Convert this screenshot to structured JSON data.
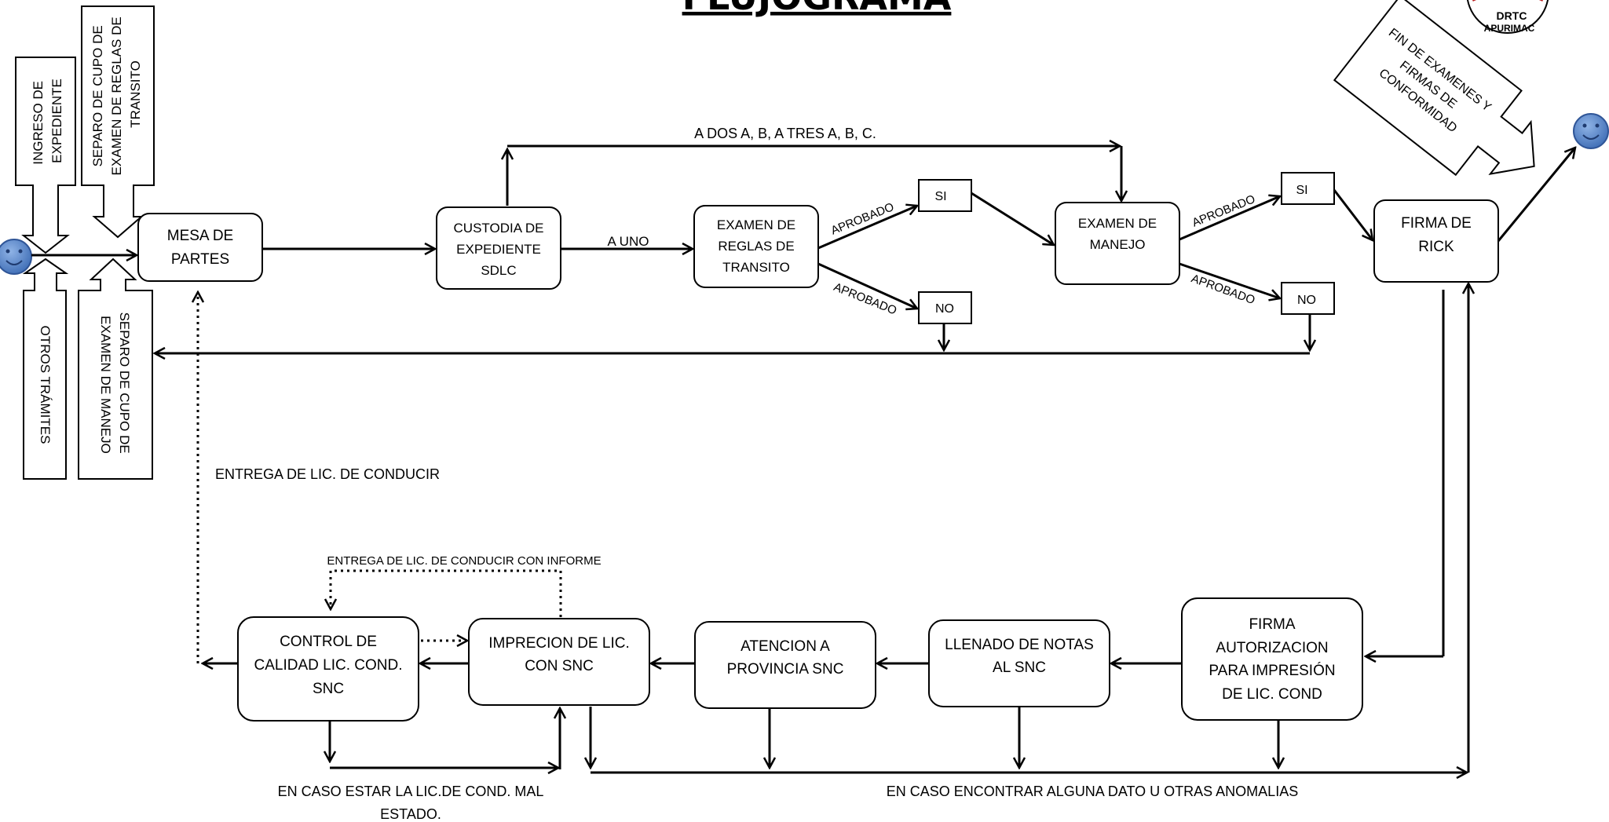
{
  "title": "FLUJOGRAMA",
  "logo": {
    "text": "DRTC",
    "subtitle": "APURIMAC",
    "icon": "drtc-seal-logo"
  },
  "actors": {
    "start_icon": "smiley-face-icon",
    "end_icon": "smiley-face-icon"
  },
  "callouts": {
    "ingreso": [
      "INGRESO DE",
      "EXPEDIENTE"
    ],
    "separo_reglas": [
      "SEPARO DE CUPO DE",
      "EXAMEN DE REGLAS DE",
      "TRANSITO"
    ],
    "otros": [
      "OTROS TRÁMITES"
    ],
    "separo_manejo": [
      "SEPARO DE CUPO DE",
      "EXAMEN DE MANEJO"
    ],
    "fin": [
      "FIN DE EXAMENES Y",
      "FIRMAS DE",
      "CONFORMIDAD"
    ]
  },
  "nodes": {
    "mesa": [
      "MESA DE",
      "PARTES"
    ],
    "custodia": [
      "CUSTODIA DE",
      "EXPEDIENTE",
      "SDLC"
    ],
    "examen_reglas": [
      "EXAMEN DE",
      "REGLAS DE",
      "TRANSITO"
    ],
    "si1": "SI",
    "no1": "NO",
    "examen_manejo": [
      "EXAMEN DE",
      "MANEJO"
    ],
    "si2": "SI",
    "no2": "NO",
    "firma_rick": [
      "FIRMA DE",
      "RICK"
    ],
    "firma_autorizacion": [
      "FIRMA",
      "AUTORIZACION",
      "PARA IMPRESIÓN",
      "DE LIC. COND"
    ],
    "llenado": [
      "LLENADO DE NOTAS",
      "AL SNC"
    ],
    "atencion": [
      "ATENCION A",
      "PROVINCIA SNC"
    ],
    "imprecion": [
      "IMPRECION DE LIC.",
      "CON SNC"
    ],
    "control": [
      "CONTROL DE",
      "CALIDAD LIC. COND.",
      "SNC"
    ]
  },
  "labels": {
    "a_dos": "A DOS A, B, A TRES A, B, C.",
    "a_uno": "A UNO",
    "aprobado_1": "APROBADO",
    "aprobado_2": "APROBADO",
    "aprobado_3": "APROBADO",
    "aprobado_4": "APROBADO",
    "entrega": "ENTREGA DE LIC. DE CONDUCIR",
    "entrega_informe": "ENTREGA DE LIC. DE CONDUCIR CON INFORME",
    "mal_estado": [
      "EN CASO ESTAR LA LIC.DE COND. MAL",
      "ESTADO."
    ],
    "anomalias": "EN CASO ENCONTRAR ALGUNA DATO U OTRAS ANOMALIAS"
  }
}
